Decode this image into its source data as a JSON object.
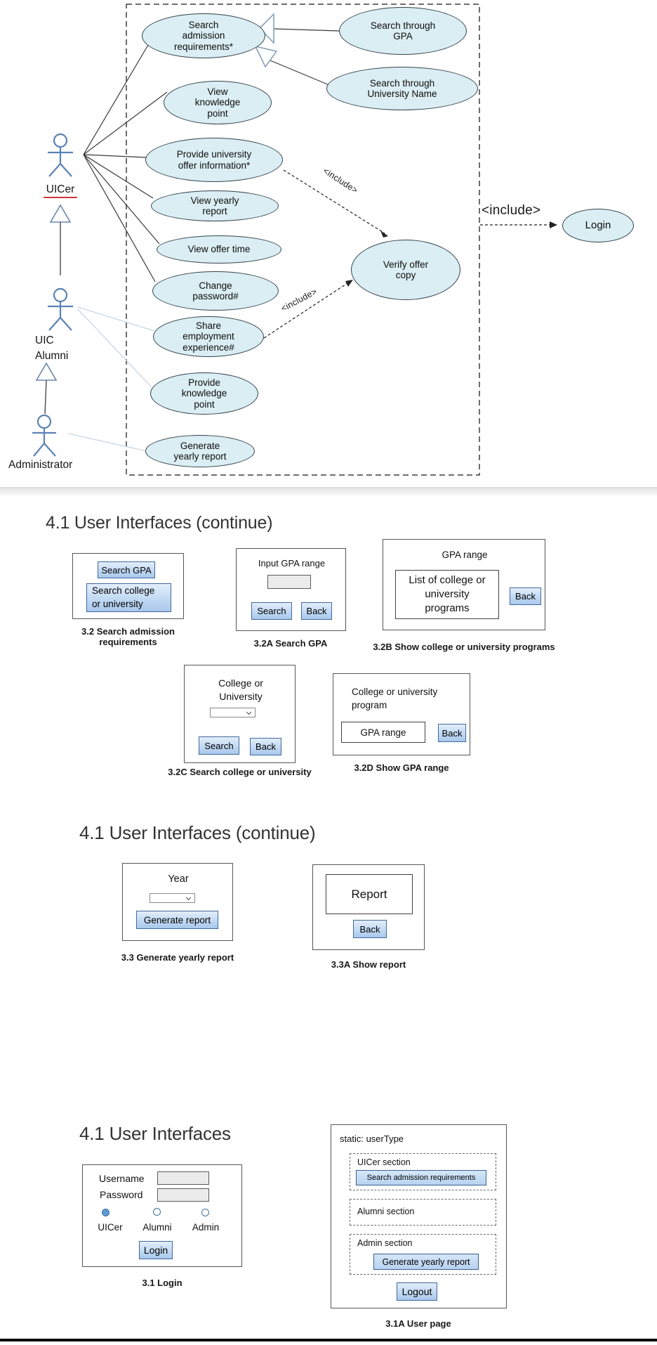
{
  "diagram": {
    "actors": {
      "uicer": "UICer",
      "alumni": "UIC Alumni",
      "admin": "Administrator"
    },
    "use_cases": {
      "search_admission": "Search admission requirements*",
      "search_gpa": "Search through GPA",
      "search_university": "Search through University Name",
      "view_knowledge": "View knowledge point",
      "provide_offer": "Provide university offer information*",
      "view_yearly": "View yearly report",
      "view_offer_time": "View offer time",
      "change_password": "Change password#",
      "share_employment": "Share employment experience#",
      "provide_knowledge": "Provide knowledge point",
      "generate_yearly": "Generate yearly report",
      "verify_offer": "Verify offer copy",
      "login": "Login"
    },
    "include_label": "<include>"
  },
  "sections": {
    "continue_a": {
      "heading": "4.1 User Interfaces (continue)"
    },
    "continue_b": {
      "heading": "4.1 User Interfaces (continue)"
    },
    "main": {
      "heading": "4.1 User Interfaces"
    }
  },
  "mockups": {
    "m32": {
      "caption": "3.2 Search admission requirements",
      "search_gpa_button": "Search GPA",
      "search_college_button": "Search college or university"
    },
    "m32a": {
      "caption": "3.2A Search GPA",
      "title": "Input GPA range",
      "search_button": "Search",
      "back_button": "Back"
    },
    "m32b": {
      "caption": "3.2B Show college or university programs",
      "title": "GPA range",
      "list_box": "List of college or university programs",
      "back_button": "Back"
    },
    "m32c": {
      "caption": "3.2C Search college or university",
      "title": "College or University",
      "search_button": "Search",
      "back_button": "Back"
    },
    "m32d": {
      "caption": "3.2D Show GPA range",
      "title": "College or university program",
      "field": "GPA range",
      "back_button": "Back"
    },
    "m33": {
      "caption": "3.3 Generate yearly report",
      "title": "Year",
      "generate_button": "Generate report"
    },
    "m33a": {
      "caption": "3.3A Show report",
      "report_label": "Report",
      "back_button": "Back"
    },
    "m31": {
      "caption": "3.1 Login",
      "username_label": "Username",
      "password_label": "Password",
      "radio_labels": [
        "UICer",
        "Alumni",
        "Admin"
      ],
      "login_button": "Login"
    },
    "m31a": {
      "caption": "3.1A User page",
      "header": "static: userType",
      "sections": [
        {
          "label": "UICer section",
          "button": "Search admission requirements"
        },
        {
          "label": "Alumni section"
        },
        {
          "label": "Admin section",
          "button": "Generate yearly report"
        }
      ],
      "logout_button": "Logout"
    }
  },
  "colors": {
    "usecase_fill": "#daeef3",
    "actor_stroke": "#5b83b5",
    "button_border": "#41719c",
    "radio_selected": "#5b9bd5"
  }
}
